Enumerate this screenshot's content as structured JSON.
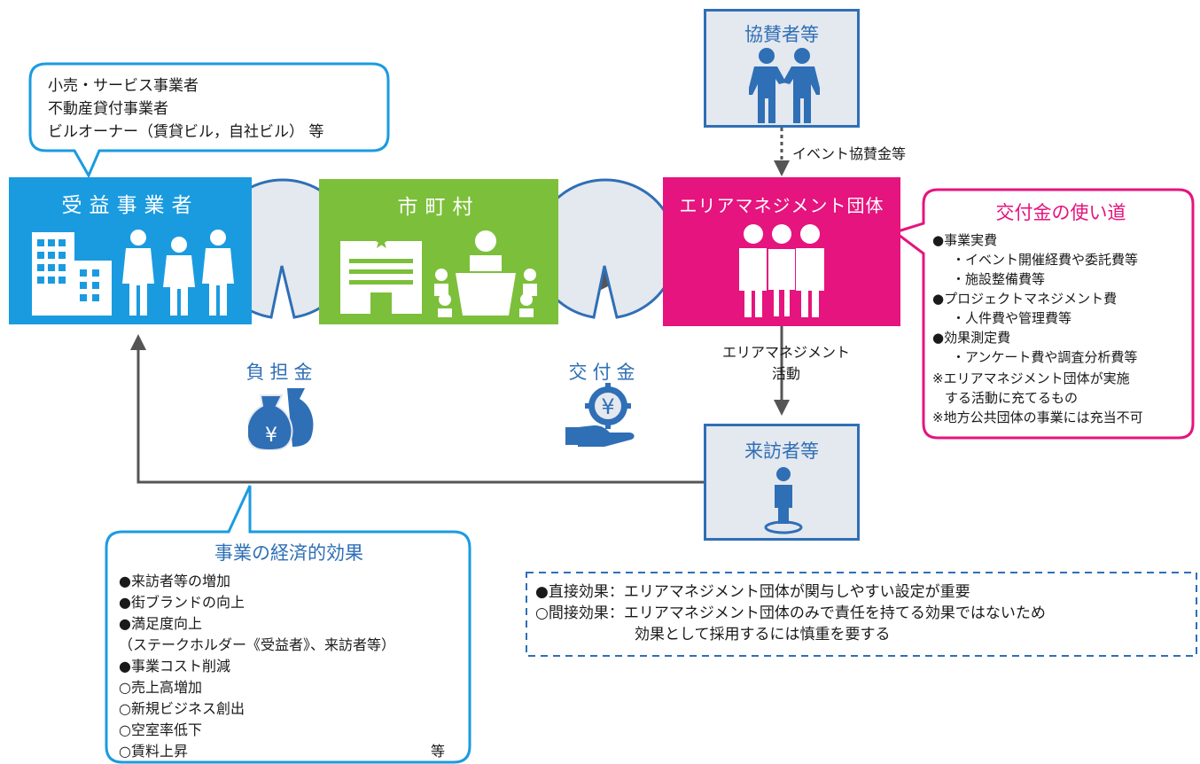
{
  "beneficiary_callout": {
    "lines": [
      "小売・サービス事業者",
      "不動産貸付事業者",
      "ビルオーナー（賃貸ビル，自社ビル） 等"
    ]
  },
  "nodes": {
    "beneficiary": "受益事業者",
    "municipality": "市町村",
    "area_mgmt": "エリアマネジメント団体",
    "sponsor": "協賛者等",
    "visitors": "来訪者等"
  },
  "edges": {
    "sponsor_money": "イベント協賛金等",
    "activity_line1": "エリアマネジメント",
    "activity_line2": "活動"
  },
  "money": {
    "burden": "負担金",
    "grant": "交付金",
    "yen": "¥"
  },
  "grant_usage": {
    "title": "交付金の使い道",
    "items": [
      "●事業実費",
      "・イベント開催経費や委託費等",
      "・施設整備費等",
      "●プロジェクトマネジメント費",
      "・人件費や管理費等",
      "●効果測定費",
      "・アンケート費や調査分析費等",
      "※エリアマネジメント団体が実施",
      "する活動に充てるもの",
      "※地方公共団体の事業には充当不可"
    ]
  },
  "economic_effects": {
    "title": "事業の経済的効果",
    "items": [
      "●来訪者等の増加",
      "●街ブランドの向上",
      "●満足度向上",
      "（ステークホルダー《受益者》、来訪者等）",
      "●事業コスト削減",
      "○売上高増加",
      "○新規ビジネス創出",
      "○空室率低下",
      "○賃料上昇"
    ],
    "suffix": "等"
  },
  "legend": {
    "direct_label": "●直接効果：",
    "direct_text": "エリアマネジメント団体が関与しやすい設定が重要",
    "indirect_label": "○間接効果：",
    "indirect_text1": "エリアマネジメント団体のみで責任を持てる効果ではないため",
    "indirect_text2": "効果として採用するには慎重を要する"
  },
  "colors": {
    "beneficiary": "#1a9be0",
    "municipality": "#7cbf3a",
    "area_mgmt": "#e5147e",
    "outline_blue": "#2f6fb6",
    "arrow": "#555555"
  }
}
